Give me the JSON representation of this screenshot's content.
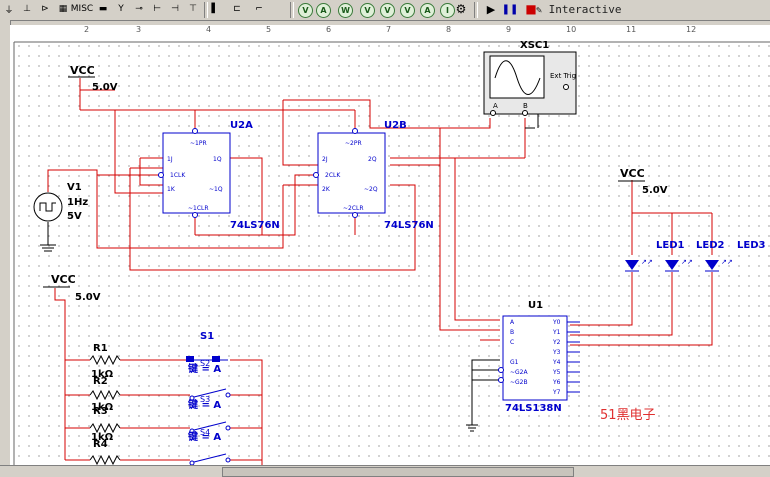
{
  "toolbar": {
    "misc_label": "MISC",
    "analysis_letters": [
      "V",
      "A",
      "W",
      "V",
      "V",
      "V",
      "A",
      "I"
    ],
    "interactive_label": "Interactive",
    "icons": [
      "power-icon",
      "ground-icon",
      "transistor-icon",
      "misc-icon",
      "indicator-icon",
      "probe-icon",
      "play-icon",
      "pause-icon",
      "stop-icon",
      "gear-icon"
    ]
  },
  "ruler": {
    "numbers": [
      "2",
      "3",
      "4",
      "5",
      "6",
      "7",
      "8",
      "9",
      "10",
      "11",
      "12"
    ]
  },
  "circuit": {
    "vcc_top": {
      "label": "VCC",
      "voltage": "5.0V"
    },
    "vcc_left": {
      "label": "VCC",
      "voltage": "5.0V"
    },
    "vcc_right": {
      "label": "VCC",
      "voltage": "5.0V"
    },
    "v1": {
      "name": "V1",
      "freq": "1Hz",
      "volt": "5V"
    },
    "u2a": {
      "name": "U2A",
      "part": "74LS76N"
    },
    "u2b": {
      "name": "U2B",
      "part": "74LS76N"
    },
    "ff_pins": {
      "pre": "~1PR",
      "j": "1J",
      "clk": "1CLK",
      "k": "1K",
      "q": "1Q",
      "qn": "~1Q",
      "clr": "~1CLR"
    },
    "ff_pins_b": {
      "pre": "~2PR",
      "j": "2J",
      "clk": "2CLK",
      "k": "2K",
      "q": "2Q",
      "qn": "~2Q",
      "clr": "~2CLR"
    },
    "xsc1": {
      "name": "XSC1",
      "ext_trig": "Ext Trig",
      "a": "A",
      "b": "B"
    },
    "u1": {
      "name": "U1",
      "part": "74LS138N",
      "inputs": [
        "A",
        "B",
        "C",
        "G1",
        "~G2A",
        "~G2B"
      ],
      "outputs": [
        "Y0",
        "Y1",
        "Y2",
        "Y3",
        "Y4",
        "Y5",
        "Y6",
        "Y7"
      ]
    },
    "leds": [
      "LED1",
      "LED2",
      "LED3"
    ],
    "resistors": [
      {
        "name": "R1",
        "value": "1kΩ"
      },
      {
        "name": "R2",
        "value": "1kΩ"
      },
      {
        "name": "R3",
        "value": "1kΩ"
      },
      {
        "name": "R4",
        "value": ""
      }
    ],
    "switch": {
      "name": "S1",
      "key_labels": [
        "键 = A",
        "键 = A",
        "键 = A"
      ],
      "sub_labels": [
        "S2",
        "S3",
        "S4"
      ]
    },
    "watermark": "51黑电子"
  },
  "colors": {
    "wire": "#d40000",
    "component": "#0000cc",
    "label": "#000000",
    "watermark": "#e03030"
  }
}
